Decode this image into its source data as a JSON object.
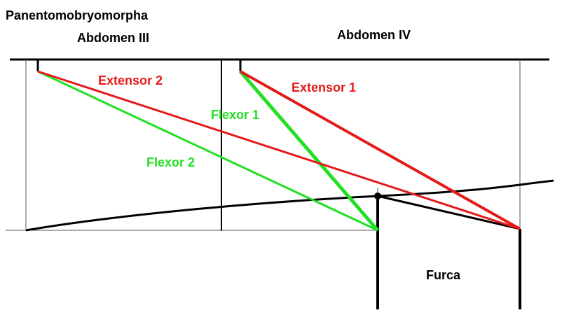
{
  "title": "Panentomobryomorpha",
  "segments": {
    "abdomen_iii": "Abdomen III",
    "abdomen_iv": "Abdomen IV"
  },
  "muscles": {
    "extensor_2": "Extensor 2",
    "extensor_1": "Extensor 1",
    "flexor_1": "Flexor 1",
    "flexor_2": "Flexor 2"
  },
  "furca_label": "Furca",
  "colors": {
    "extensor": "#e41a1a",
    "flexor": "#22e022",
    "outline": "#000000",
    "thin_line": "#666666",
    "background": "#ffffff"
  }
}
